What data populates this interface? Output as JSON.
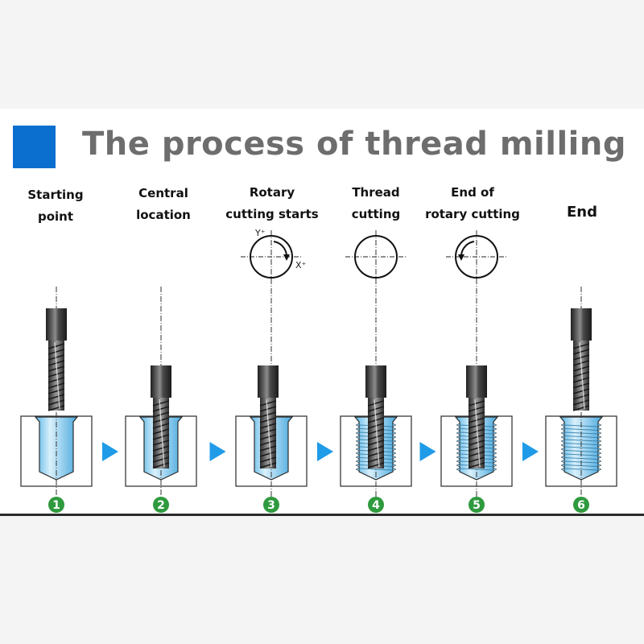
{
  "title": "The process of thread milling",
  "colors": {
    "accent": "#0b6fcf",
    "arrow": "#1f9be8",
    "hole_fill": "#9fd4ef",
    "badge": "#2f9a3e",
    "tool_dark": "#3a3a3a",
    "title_text": "#6d6d6d"
  },
  "steps": [
    {
      "number": "1",
      "label_line1": "Starting",
      "label_line2": "point",
      "stage": "start"
    },
    {
      "number": "2",
      "label_line1": "Central",
      "label_line2": "location",
      "stage": "center"
    },
    {
      "number": "3",
      "label_line1": "Rotary",
      "label_line2": "cutting starts",
      "stage": "rotary-start",
      "rotation_axis_labels": [
        "Y⁺",
        "X⁺"
      ]
    },
    {
      "number": "4",
      "label_line1": "Thread",
      "label_line2": "cutting",
      "stage": "thread-cut"
    },
    {
      "number": "5",
      "label_line1": "End of",
      "label_line2": "rotary cutting",
      "stage": "rotary-end"
    },
    {
      "number": "6",
      "label_line1": "End",
      "label_line2": "",
      "stage": "end"
    }
  ]
}
